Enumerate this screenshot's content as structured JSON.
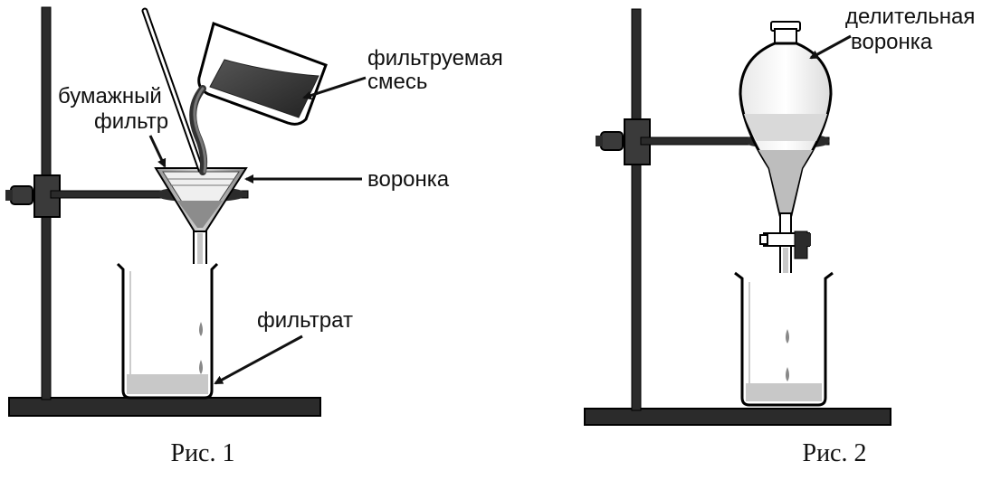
{
  "figure1": {
    "caption": "Рис. 1",
    "labels": {
      "mixture_line1": "фильтруемая",
      "mixture_line2": "смесь",
      "paper_line1": "бумажный",
      "paper_line2": "фильтр",
      "funnel": "воронка",
      "filtrate": "фильтрат"
    }
  },
  "figure2": {
    "caption": "Рис. 2",
    "labels": {
      "sep_line1": "делительная",
      "sep_line2": "воронка"
    }
  },
  "colors": {
    "metal": "#2b2b2b",
    "liquid": "#c8c8c8",
    "mixture": "#3a3a3a",
    "glass": "#ffffff"
  }
}
